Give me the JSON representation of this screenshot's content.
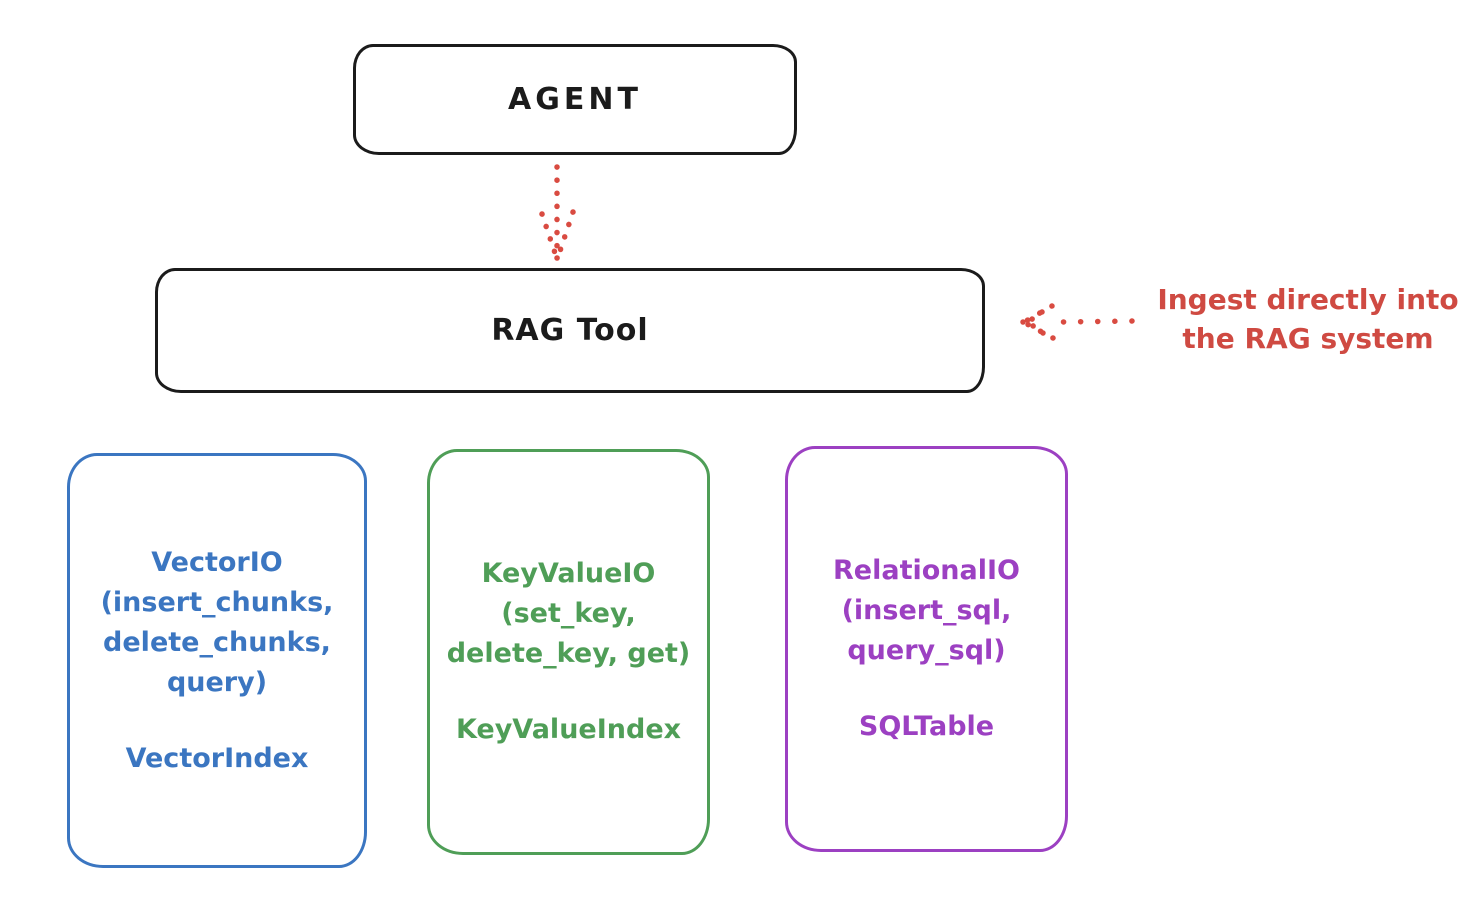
{
  "nodes": {
    "agent": {
      "label": "AGENT"
    },
    "rag_tool": {
      "label": "RAG Tool"
    }
  },
  "annotation": {
    "text_line1": "Ingest directly into",
    "text_line2": "the RAG system",
    "color": "#cf4a42"
  },
  "arrows": [
    {
      "name": "agent-to-rag-tool",
      "style": "dotted",
      "direction": "down",
      "color": "#d94b41"
    },
    {
      "name": "annotation-to-rag-tool",
      "style": "dotted",
      "direction": "left",
      "color": "#d94b41"
    }
  ],
  "stores": [
    {
      "signature_lines": [
        "VectorIO",
        "(insert_chunks,",
        "delete_chunks,",
        "query)"
      ],
      "index_label": "VectorIndex",
      "color": "#3b76c1"
    },
    {
      "signature_lines": [
        "KeyValueIO",
        "(set_key,",
        "delete_key, get)"
      ],
      "index_label": "KeyValueIndex",
      "color": "#4f9e57"
    },
    {
      "signature_lines": [
        "RelationalIO",
        "(insert_sql,",
        "query_sql)"
      ],
      "index_label": "SQLTable",
      "color": "#9c40c2"
    }
  ],
  "colors": {
    "ink": "#1b1b1b",
    "red": "#d94b41",
    "blue": "#3b76c1",
    "green": "#4f9e57",
    "purple": "#9c40c2",
    "background": "#ffffff"
  }
}
